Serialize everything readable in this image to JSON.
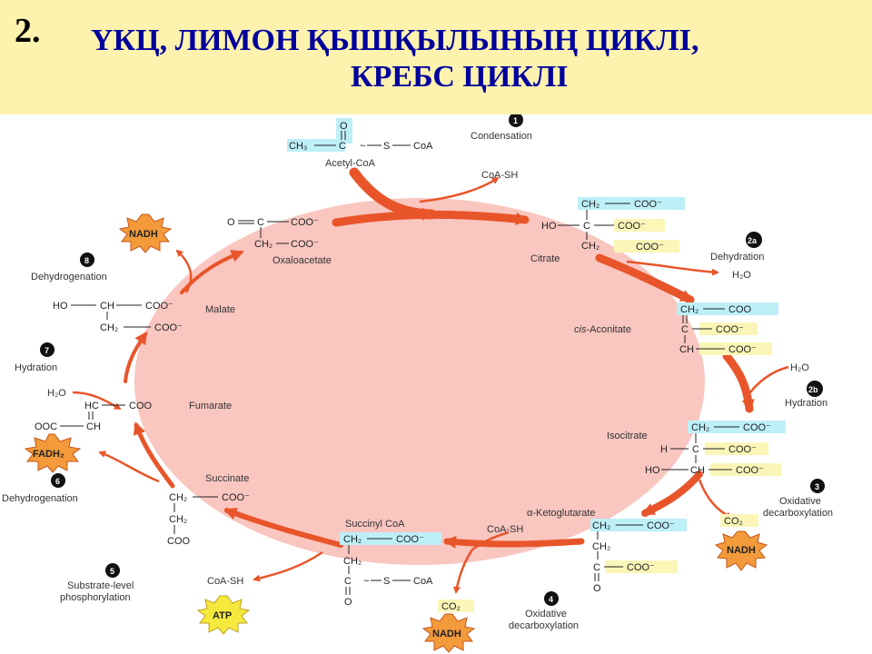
{
  "slide_number": "2.",
  "title": {
    "line1": "ҮКЦ, ЛИМОН ҚЫШҚЫЛЫНЫҢ ЦИКЛІ,",
    "line2": "КРЕБС ЦИКЛІ"
  },
  "steps": [
    {
      "num": "1",
      "name": "Condensation"
    },
    {
      "num": "2a",
      "name": "Dehydration"
    },
    {
      "num": "2b",
      "name": "Hydration"
    },
    {
      "num": "3",
      "name": "Oxidative decarboxylation"
    },
    {
      "num": "4",
      "name": "Oxidative decarboxylation"
    },
    {
      "num": "5",
      "name": "Substrate-level phosphorylation"
    },
    {
      "num": "6",
      "name": "Dehydrogenation"
    },
    {
      "num": "7",
      "name": "Hydration"
    },
    {
      "num": "8",
      "name": "Dehydrogenation"
    }
  ],
  "compounds": {
    "acetyl_coa": "Acetyl-CoA",
    "citrate": "Citrate",
    "cis_aconitate_prefix": "cis",
    "cis_aconitate_suffix": "-Aconitate",
    "isocitrate": "Isocitrate",
    "alpha_ketoglutarate": "α-Ketoglutarate",
    "succinyl_coa": "Succinyl CoA",
    "succinate": "Succinate",
    "fumarate": "Fumarate",
    "malate": "Malate",
    "oxaloacetate": "Oxaloacetate"
  },
  "byproducts": {
    "coa_sh": "CoA-SH",
    "h2o": "H₂O",
    "co2": "CO₂",
    "nadh": "NADH",
    "fadh2": "FADH₂",
    "atp": "ATP"
  },
  "formula": {
    "o": "O",
    "c": "C",
    "ch": "CH",
    "hc": "HC",
    "ch2": "CH₂",
    "ch3": "CH₃",
    "h": "H",
    "ho": "HO",
    "s": "S",
    "coa": "CoA",
    "coo": "COO⁻",
    "coo_plain": "COO",
    "ooc": "OOC",
    "coo_minus_short": "COO"
  },
  "colors": {
    "header_bg": "#fef3ae",
    "title": "#00009c",
    "cycle_fill": "#f9c6c0",
    "arrow": "#e8552a",
    "highlight_cyan": "#bdeff7",
    "highlight_yellow": "#fbf6b8",
    "burst_fill": "#f39a3a"
  },
  "icons": [
    "burst-icon",
    "step-number-badge"
  ]
}
